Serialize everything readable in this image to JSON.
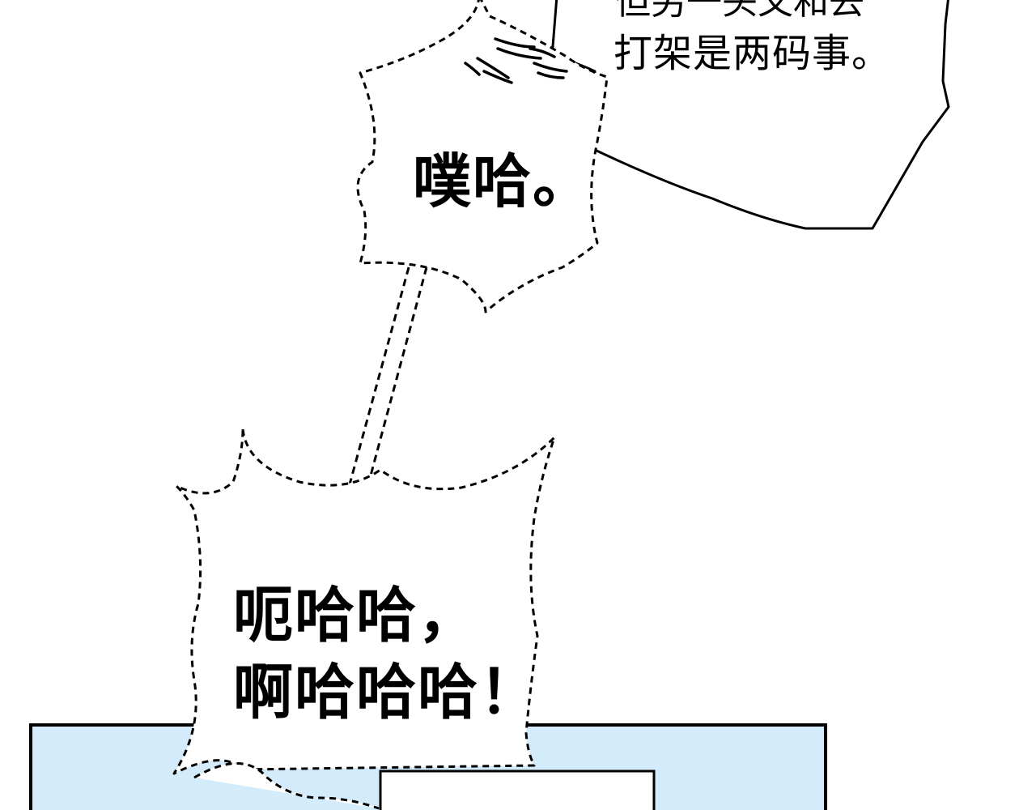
{
  "narration_bubble": {
    "line1": "但另一头又和去",
    "line2": "打架是两码事。"
  },
  "puha_bubble": {
    "text": "噗哈。"
  },
  "laugh_bubble": {
    "line1": "呃哈哈，",
    "line2": "啊哈哈哈！"
  },
  "colors": {
    "panel_fill": "#d4ebfb",
    "ink": "#000000",
    "background": "#ffffff"
  }
}
